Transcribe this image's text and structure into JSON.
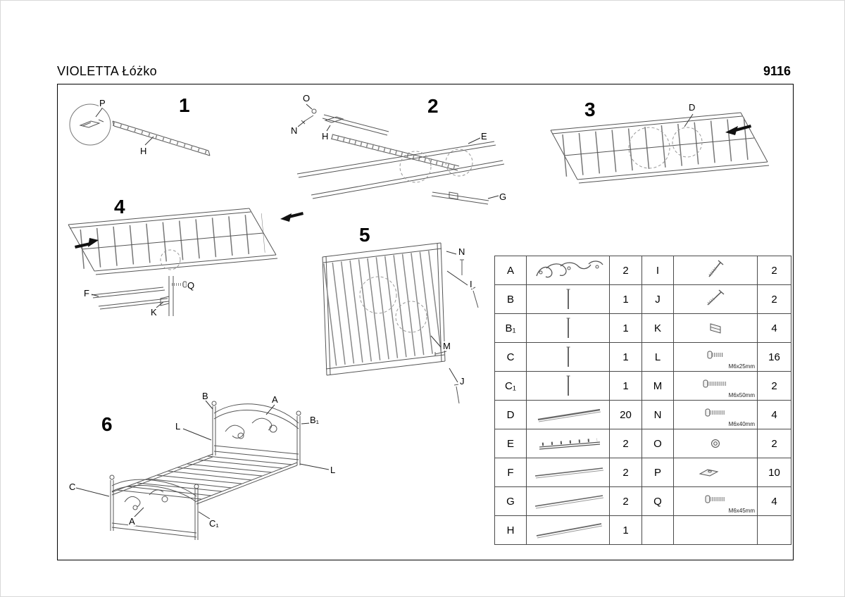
{
  "header": {
    "title": "VIOLETTA Łóżko",
    "model": "9116"
  },
  "steps": {
    "s1": {
      "num": "1",
      "labels": {
        "p": "P",
        "h": "H"
      }
    },
    "s2": {
      "num": "2",
      "labels": {
        "o": "O",
        "n": "N",
        "h": "H",
        "e": "E",
        "g": "G"
      }
    },
    "s3": {
      "num": "3",
      "labels": {
        "d": "D"
      }
    },
    "s4": {
      "num": "4",
      "labels": {
        "f": "F",
        "q": "Q",
        "k": "K"
      }
    },
    "s5": {
      "num": "5",
      "labels": {
        "n": "N",
        "i": "I",
        "m": "M",
        "j": "J"
      }
    },
    "s6": {
      "num": "6",
      "labels": {
        "b": "B",
        "a1": "A",
        "b1": "B₁",
        "l1": "L",
        "c": "C",
        "l2": "L",
        "a2": "A",
        "c1": "C₁"
      }
    }
  },
  "parts": {
    "rows": [
      {
        "lid": "A",
        "lqty": "2",
        "rid": "I",
        "rqty": "2"
      },
      {
        "lid": "B",
        "lqty": "1",
        "rid": "J",
        "rqty": "2"
      },
      {
        "lid": "B₁",
        "lqty": "1",
        "rid": "K",
        "rqty": "4"
      },
      {
        "lid": "C",
        "lqty": "1",
        "rid": "L",
        "rqty": "16",
        "rnote": "M6x25mm"
      },
      {
        "lid": "C₁",
        "lqty": "1",
        "rid": "M",
        "rqty": "2",
        "rnote": "M6x50mm"
      },
      {
        "lid": "D",
        "lqty": "20",
        "rid": "N",
        "rqty": "4",
        "rnote": "M6x40mm"
      },
      {
        "lid": "E",
        "lqty": "2",
        "rid": "O",
        "rqty": "2"
      },
      {
        "lid": "F",
        "lqty": "2",
        "rid": "P",
        "rqty": "10"
      },
      {
        "lid": "G",
        "lqty": "2",
        "rid": "Q",
        "rqty": "4",
        "rnote": "M6x45mm"
      },
      {
        "lid": "H",
        "lqty": "1",
        "rid": "",
        "rqty": ""
      }
    ]
  }
}
